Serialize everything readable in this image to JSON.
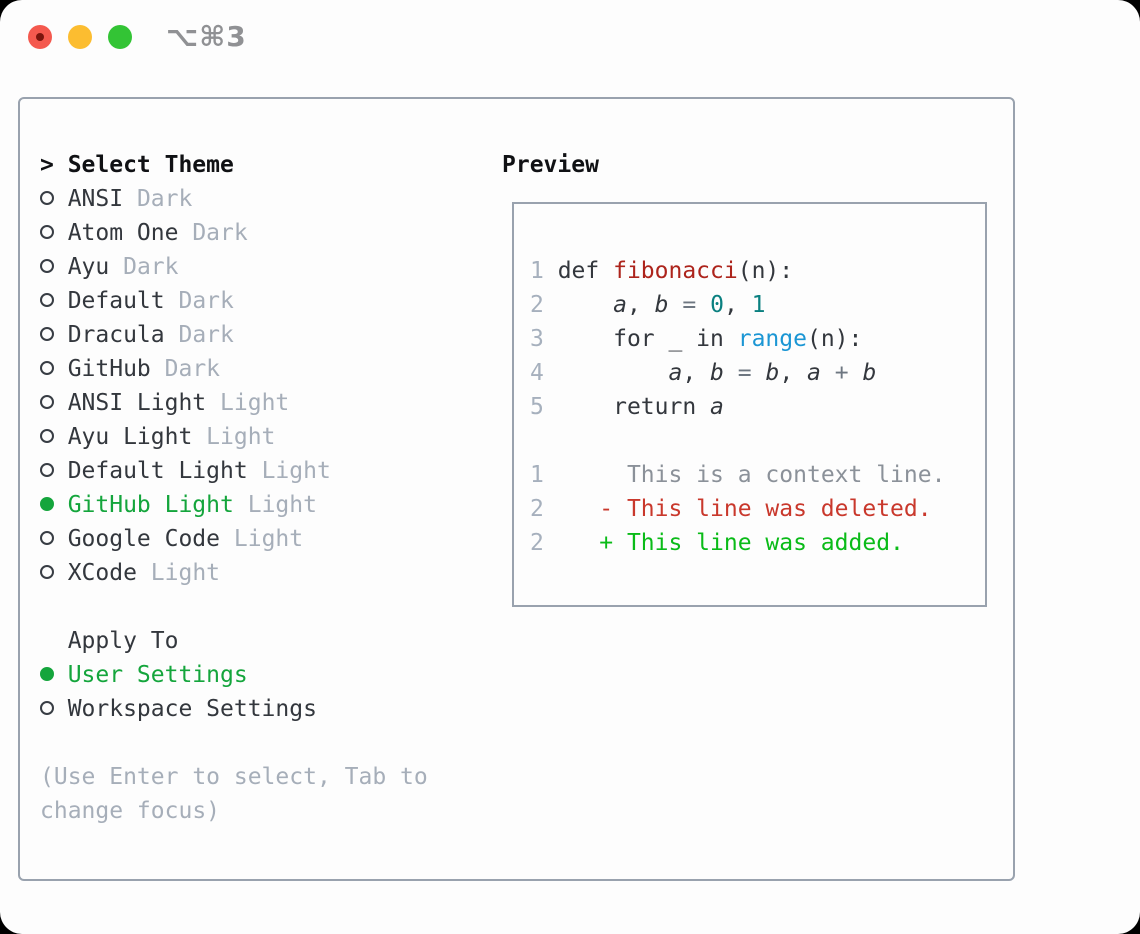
{
  "window": {
    "title": "⌥⌘3",
    "traffic_lights": [
      "close",
      "minimize",
      "zoom"
    ]
  },
  "colors": {
    "selected_green": "#14a53c",
    "added_green": "#0abb18",
    "deleted_red": "#c9382c",
    "function_red": "#ad241c",
    "number_teal": "#0a8080",
    "call_blue": "#1b96d4",
    "muted_gray": "#a6aeb9",
    "text_dark": "#33373d",
    "border_gray": "#99a2ae"
  },
  "theme_panel": {
    "header_prefix": ">",
    "header": "Select Theme",
    "themes": [
      {
        "name": "ANSI",
        "tag": "Dark",
        "selected": false
      },
      {
        "name": "Atom One",
        "tag": "Dark",
        "selected": false
      },
      {
        "name": "Ayu",
        "tag": "Dark",
        "selected": false
      },
      {
        "name": "Default",
        "tag": "Dark",
        "selected": false
      },
      {
        "name": "Dracula",
        "tag": "Dark",
        "selected": false
      },
      {
        "name": "GitHub",
        "tag": "Dark",
        "selected": false
      },
      {
        "name": "ANSI Light",
        "tag": "Light",
        "selected": false
      },
      {
        "name": "Ayu Light",
        "tag": "Light",
        "selected": false
      },
      {
        "name": "Default Light",
        "tag": "Light",
        "selected": false
      },
      {
        "name": "GitHub Light",
        "tag": "Light",
        "selected": true
      },
      {
        "name": "Google Code",
        "tag": "Light",
        "selected": false
      },
      {
        "name": "XCode",
        "tag": "Light",
        "selected": false
      }
    ],
    "apply_to": {
      "header": "Apply To",
      "options": [
        {
          "label": "User Settings",
          "selected": true
        },
        {
          "label": "Workspace Settings",
          "selected": false
        }
      ]
    },
    "help_text": "(Use Enter to select, Tab to change focus)"
  },
  "preview": {
    "header": "Preview",
    "lines": [
      {
        "kind": "code",
        "tokens": [
          {
            "text": "1 ",
            "style": "lnum"
          },
          {
            "text": "def ",
            "style": "plain"
          },
          {
            "text": "fibonacci",
            "style": "func"
          },
          {
            "text": "(n):",
            "style": "plain"
          }
        ]
      },
      {
        "kind": "code",
        "tokens": [
          {
            "text": "2 ",
            "style": "lnum"
          },
          {
            "text": "    ",
            "style": "plain"
          },
          {
            "text": "a",
            "style": "var"
          },
          {
            "text": ", ",
            "style": "plain"
          },
          {
            "text": "b",
            "style": "var"
          },
          {
            "text": " ",
            "style": "plain"
          },
          {
            "text": "=",
            "style": "op"
          },
          {
            "text": " ",
            "style": "plain"
          },
          {
            "text": "0",
            "style": "num"
          },
          {
            "text": ", ",
            "style": "plain"
          },
          {
            "text": "1",
            "style": "num"
          }
        ]
      },
      {
        "kind": "code",
        "tokens": [
          {
            "text": "3 ",
            "style": "lnum"
          },
          {
            "text": "    for _ in ",
            "style": "plain"
          },
          {
            "text": "range",
            "style": "call"
          },
          {
            "text": "(n):",
            "style": "plain"
          }
        ]
      },
      {
        "kind": "code",
        "tokens": [
          {
            "text": "4 ",
            "style": "lnum"
          },
          {
            "text": "        ",
            "style": "plain"
          },
          {
            "text": "a",
            "style": "var"
          },
          {
            "text": ", ",
            "style": "plain"
          },
          {
            "text": "b",
            "style": "var"
          },
          {
            "text": " ",
            "style": "plain"
          },
          {
            "text": "=",
            "style": "op"
          },
          {
            "text": " ",
            "style": "plain"
          },
          {
            "text": "b",
            "style": "var"
          },
          {
            "text": ", ",
            "style": "plain"
          },
          {
            "text": "a",
            "style": "var"
          },
          {
            "text": " ",
            "style": "plain"
          },
          {
            "text": "+",
            "style": "op"
          },
          {
            "text": " ",
            "style": "plain"
          },
          {
            "text": "b",
            "style": "var"
          }
        ]
      },
      {
        "kind": "code",
        "tokens": [
          {
            "text": "5 ",
            "style": "lnum"
          },
          {
            "text": "    return ",
            "style": "plain"
          },
          {
            "text": "a",
            "style": "var"
          }
        ]
      },
      {
        "kind": "blank",
        "tokens": []
      },
      {
        "kind": "diff-context",
        "tokens": [
          {
            "text": "1 ",
            "style": "lnum"
          },
          {
            "text": "     ",
            "style": "plain"
          },
          {
            "text": "This is a context line.",
            "style": "ctx"
          }
        ]
      },
      {
        "kind": "diff-deleted",
        "tokens": [
          {
            "text": "2 ",
            "style": "lnum"
          },
          {
            "text": "   ",
            "style": "plain"
          },
          {
            "text": "- This line was deleted.",
            "style": "del"
          }
        ]
      },
      {
        "kind": "diff-added",
        "tokens": [
          {
            "text": "2 ",
            "style": "lnum"
          },
          {
            "text": "   ",
            "style": "plain"
          },
          {
            "text": "+ This line was added.",
            "style": "add"
          }
        ]
      }
    ]
  }
}
